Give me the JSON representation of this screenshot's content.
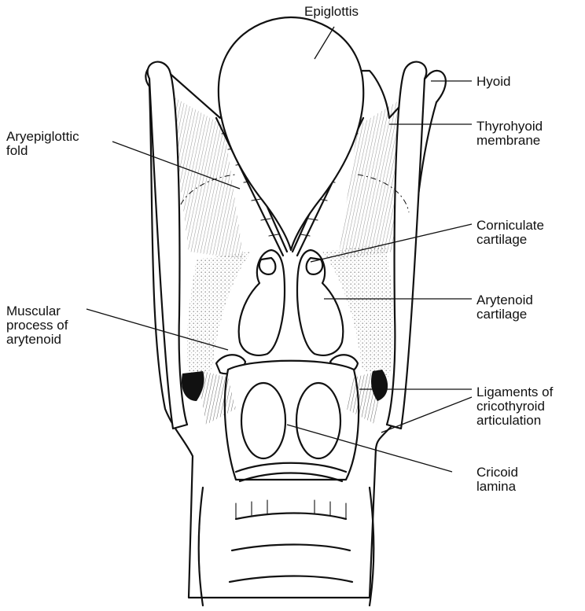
{
  "figure": {
    "labels": {
      "epiglottis": "Epiglottis",
      "hyoid": "Hyoid",
      "thyrohyoid_membrane": "Thyrohyoid\nmembrane",
      "aryepiglottic_fold": "Aryepiglottic\nfold",
      "corniculate_cartilage": "Corniculate\ncartilage",
      "arytenoid_cartilage": "Arytenoid\ncartilage",
      "muscular_process": "Muscular\nprocess of\narytenoid",
      "ligaments": "Ligaments of\ncricothyroid\narticulation",
      "cricoid_lamina": "Cricoid\nlamina"
    }
  }
}
